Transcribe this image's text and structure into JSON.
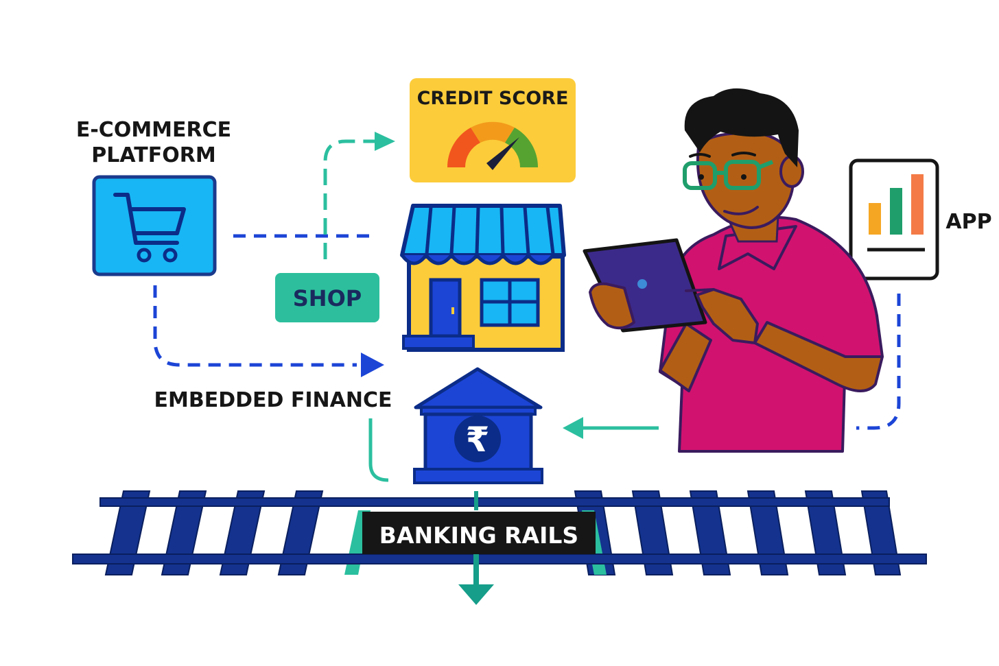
{
  "labels": {
    "ecommerce_line1": "E-COMMERCE",
    "ecommerce_line2": "PLATFORM",
    "credit_score": "CREDIT SCORE",
    "shop": "SHOP",
    "embedded_finance": "EMBEDDED FINANCE",
    "app": "APP",
    "banking_rails": "BANKING RAILS",
    "rupee_symbol": "₹"
  },
  "icons": [
    "cart-icon",
    "credit-score-gauge-icon",
    "shop-icon",
    "bank-icon",
    "rupee-icon",
    "bar-chart-icon",
    "tablet-icon",
    "person-illustration",
    "railway-track"
  ],
  "colors": {
    "navy": "#0b2c88",
    "blue": "#1c45d6",
    "cyan": "#16b8f5",
    "teal": "#2bbf9f",
    "yellow": "#fccc3a",
    "magenta": "#d1126f",
    "skin": "#b25f15",
    "dark": "#161616"
  }
}
